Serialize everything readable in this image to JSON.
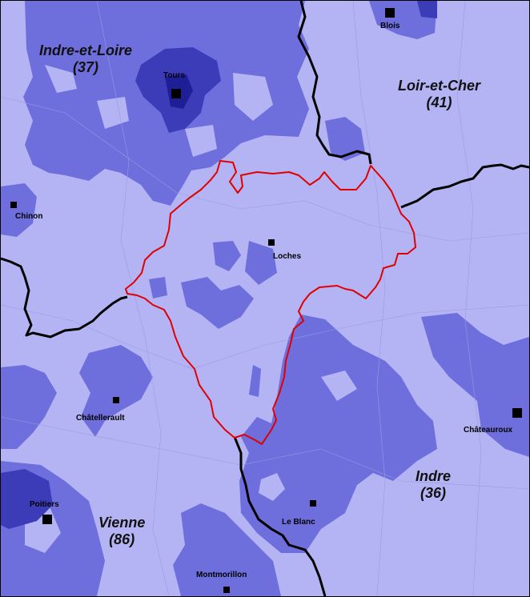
{
  "map": {
    "colors": {
      "background": "#b4b4f5",
      "medium": "#6e6edc",
      "dark": "#3c3cb9",
      "darkest": "#1e1e96",
      "department_border": "#000000",
      "study_area_border": "#e00000"
    },
    "departments": [
      {
        "name": "Indre-et-Loire",
        "code": "(37)"
      },
      {
        "name": "Loir-et-Cher",
        "code": "(41)"
      },
      {
        "name": "Indre",
        "code": "(36)"
      },
      {
        "name": "Vienne",
        "code": "(86)"
      }
    ],
    "cities": [
      {
        "name": "Blois"
      },
      {
        "name": "Tours"
      },
      {
        "name": "Chinon"
      },
      {
        "name": "Loches"
      },
      {
        "name": "Châtellerault"
      },
      {
        "name": "Châteauroux"
      },
      {
        "name": "Poitiers"
      },
      {
        "name": "Le Blanc"
      },
      {
        "name": "Montmorillon"
      }
    ]
  }
}
